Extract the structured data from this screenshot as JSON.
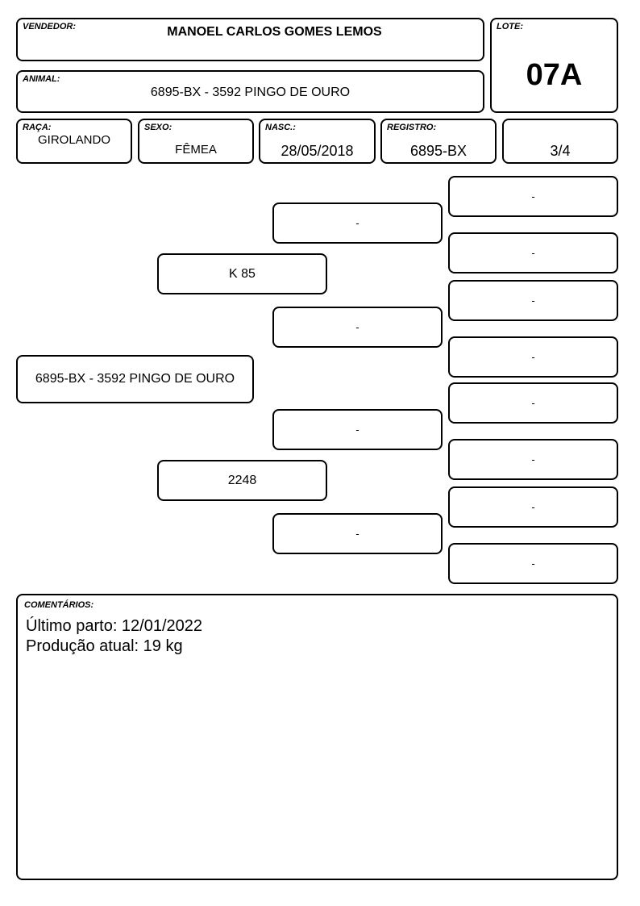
{
  "header": {
    "vendedor": {
      "label": "VENDEDOR:",
      "value": "MANOEL CARLOS GOMES LEMOS"
    },
    "lote": {
      "label": "LOTE:",
      "value": "07A"
    },
    "animal": {
      "label": "ANIMAL:",
      "value": "6895-BX - 3592 PINGO DE OURO"
    }
  },
  "info": {
    "raca": {
      "label": "RAÇA:",
      "value": "GIROLANDO"
    },
    "sexo": {
      "label": "SEXO:",
      "value": "FÊMEA"
    },
    "nasc": {
      "label": "NASC.:",
      "value": "28/05/2018"
    },
    "registro": {
      "label": "REGISTRO:",
      "value": "6895-BX"
    },
    "grau": {
      "label": "",
      "value": "3/4"
    }
  },
  "pedigree": {
    "animal": "6895-BX - 3592 PINGO DE OURO",
    "sire": "K 85",
    "dam": "2248",
    "sire_sire": "-",
    "sire_dam": "-",
    "dam_sire": "-",
    "dam_dam": "-",
    "ggp": [
      "-",
      "-",
      "-",
      "-",
      "-",
      "-",
      "-",
      "-"
    ]
  },
  "comments": {
    "label": "COMENTÁRIOS:",
    "lines": [
      "Último parto: 12/01/2022",
      "Produção atual: 19 kg"
    ]
  }
}
